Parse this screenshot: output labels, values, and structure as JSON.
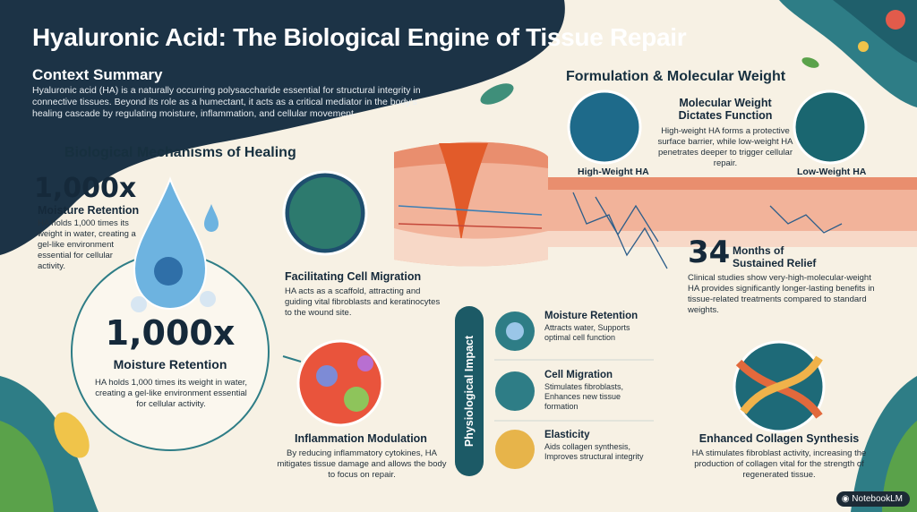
{
  "title": "Hyaluronic Acid: The Biological Engine of Tissue Repair",
  "context": {
    "heading": "Context Summary",
    "body": "Hyaluronic acid (HA) is a naturally occurring polysaccharide essential for structural integrity in connective tissues. Beyond its role as a humectant, it acts as a critical mediator in the body's healing cascade by regulating moisture, inflammation, and cellular movement."
  },
  "mechanisms": {
    "heading": "Biological Mechanisms of Healing",
    "moisture_small": {
      "stat": "1,000x",
      "label": "Moisture Retention",
      "body": "HA holds 1,000 times its weight in water, creating a gel-like environment essential for cellular activity."
    },
    "moisture_large": {
      "stat": "1,000x",
      "label": "Moisture Retention",
      "body": "HA holds 1,000 times its weight in water, creating a gel-like environment essential for cellular activity."
    },
    "cell_migration": {
      "heading": "Facilitating Cell Migration",
      "body": "HA acts as a scaffold, attracting and guiding vital fibroblasts and keratinocytes to the wound site."
    },
    "inflammation": {
      "heading": "Inflammation Modulation",
      "body": "By reducing inflammatory cytokines, HA mitigates tissue damage and allows the body to focus on repair."
    }
  },
  "impact": {
    "label": "Physiological Impact",
    "items": [
      {
        "heading": "Moisture Retention",
        "body": "Attracts water, Supports optimal cell function"
      },
      {
        "heading": "Cell Migration",
        "body": "Stimulates fibroblasts, Enhances new tissue formation"
      },
      {
        "heading": "Elasticity",
        "body": "Aids collagen synthesis, Improves structural integrity"
      }
    ]
  },
  "formulation": {
    "heading": "Formulation & Molecular Weight",
    "mw_heading": "Molecular Weight Dictates Function",
    "mw_body": "High-weight HA forms a protective surface barrier, while low-weight HA penetrates deeper to trigger cellular repair.",
    "high_label": "High-Weight HA",
    "low_label": "Low-Weight HA",
    "relief_number": "34",
    "relief_label": "Months of Sustained Relief",
    "relief_body": "Clinical studies show very-high-molecular-weight HA provides significantly longer-lasting benefits in tissue-related treatments compared to standard weights."
  },
  "collagen": {
    "heading": "Enhanced Collagen Synthesis",
    "body": "HA stimulates fibroblast activity, increasing the production of collagen vital for the strength of regenerated tissue."
  },
  "brand": "NotebookLM",
  "colors": {
    "navy": "#1c3346",
    "teal": "#2e8a8a",
    "green": "#5aa24a",
    "cream": "#f7f1e4",
    "tissue": "#f2b39a"
  }
}
